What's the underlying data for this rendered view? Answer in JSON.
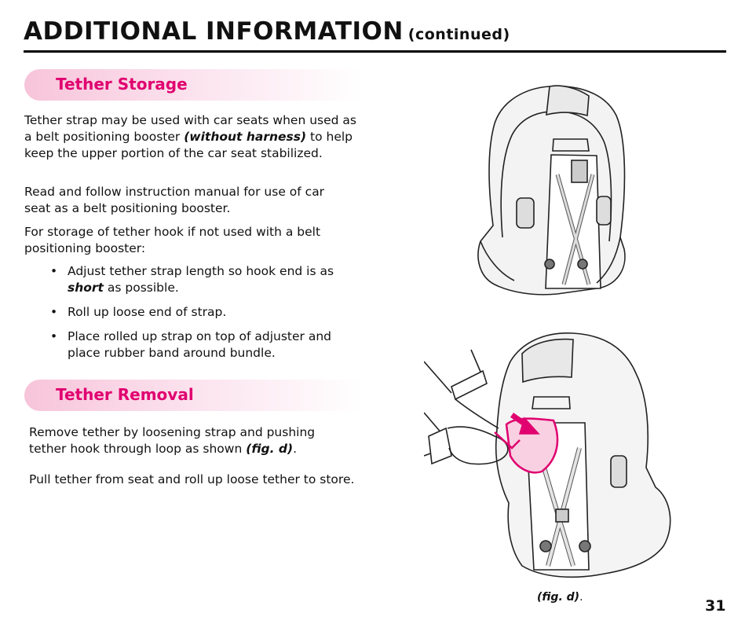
{
  "header": {
    "title": "ADDITIONAL INFORMATION",
    "title_suffix": "(continued)"
  },
  "sections": {
    "storage": {
      "heading": "Tether Storage",
      "p1_a": "Tether strap may be used with car seats when used as a belt positioning booster ",
      "p1_em": "(without harness)",
      "p1_b": " to help keep the upper portion of the car seat stabilized.",
      "p2": "Read and follow instruction manual for use of car seat as a belt positioning booster.",
      "p3": "For storage of tether hook if not used with a belt positioning booster:",
      "bullets": {
        "b1_a": "Adjust tether strap length so hook end is as ",
        "b1_em": "short",
        "b1_b": " as possible.",
        "b2": "Roll up loose end of strap.",
        "b3": "Place rolled up strap on top of adjuster and place rubber band around bundle."
      }
    },
    "removal": {
      "heading": "Tether Removal",
      "p1_a": "Remove tether by loosening strap and pushing tether hook through loop as shown ",
      "p1_em": "(fig. d)",
      "p1_b": ".",
      "p2": "Pull tether from seat and roll up loose tether to store."
    }
  },
  "figure": {
    "caption": "(fig. d)",
    "caption_tail": "."
  },
  "footer": {
    "page_number": "31"
  },
  "colors": {
    "accent": "#e0006f",
    "band": "#f7c4da"
  }
}
